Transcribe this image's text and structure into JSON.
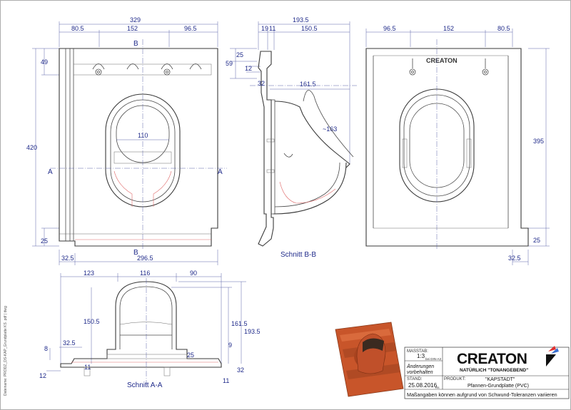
{
  "views": {
    "top": {
      "dims": [
        "329",
        "80.5",
        "152",
        "96.5",
        "49",
        "420",
        "110",
        "25",
        "32.5",
        "296.5"
      ],
      "section_markers": [
        "B",
        "B",
        "A",
        "A"
      ]
    },
    "section_bb": {
      "title": "Schnitt B-B",
      "dims": [
        "193.5",
        "19",
        "11",
        "150.5",
        "25",
        "59",
        "12",
        "32",
        "161.5",
        "~163"
      ]
    },
    "right": {
      "dims": [
        "96.5",
        "152",
        "80.5",
        "395",
        "25",
        "32.5"
      ]
    },
    "section_aa": {
      "title": "Schnitt A-A",
      "dims": [
        "123",
        "116",
        "90",
        "150.5",
        "161.5",
        "193.5",
        "8",
        "32.5",
        "12",
        "11",
        "25",
        "9",
        "32",
        "11"
      ]
    }
  },
  "logo_small": "CREATON",
  "title_block": {
    "massstab_label": "MASSTAB:",
    "massstab_value": "1:3",
    "massstab_note": "bei DIN-A3",
    "aenderungen": "Änderungen vorbehalten",
    "stand_label": "STAND:",
    "stand_value": "25.08.2016",
    "rev": "Rs",
    "produkt_label": "PRODUKT:",
    "produkt_name": "\"KAPSTADT\"",
    "produkt_desc": "Pfannen-Grundplatte (PVC)",
    "logo": "CREATON",
    "slogan": "NATÜRLICH \"TONANGEBEND\"",
    "footer": "Maßangaben können aufgrund von Schwund-Toleranzen variieren"
  },
  "side_text": "Dateiname: PRODZ_DS-KAP_Grundplatte KS .pdf  |  dwg",
  "colors": {
    "dimension": "#1f2a8a",
    "line": "#4a4a4a",
    "section": "#e06a6a",
    "tile": "#c8552a",
    "logo_accent": "#3a6fd0"
  }
}
